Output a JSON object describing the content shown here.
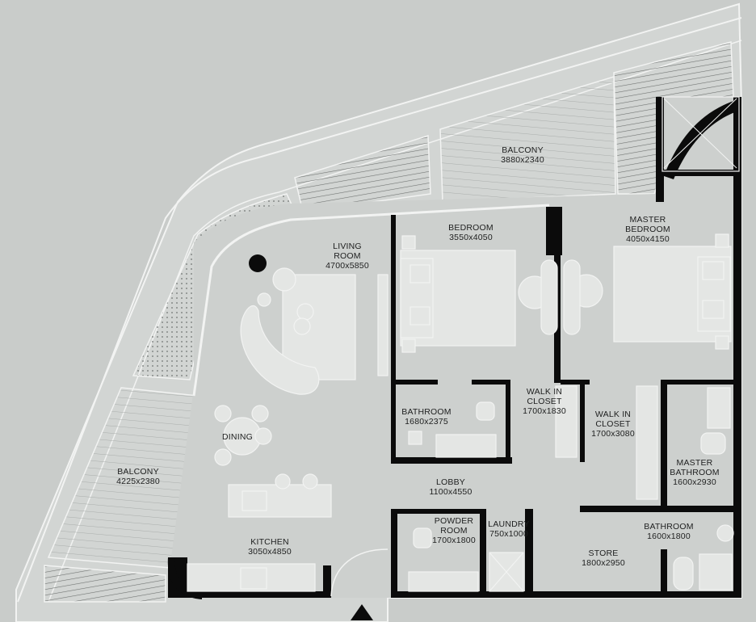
{
  "colors": {
    "background": "#c9ccca",
    "slab": "#d2d5d3",
    "floor": "#cdd0ce",
    "wall": "#0b0b0b",
    "furniture": "#e4e6e4",
    "hatch": "#8c908e",
    "linework": "#f2f3f2"
  },
  "icons": {
    "entrance": "entrance-arrow-icon"
  },
  "rooms": {
    "balcony_top": {
      "name": "BALCONY",
      "size": "3880x2340"
    },
    "living_room": {
      "name_line1": "LIVING",
      "name_line2": "ROOM",
      "size": "4700x5850"
    },
    "bedroom": {
      "name": "BEDROOM",
      "size": "3550x4050"
    },
    "master_bedroom": {
      "name_line1": "MASTER",
      "name_line2": "BEDROOM",
      "size": "4050x4150"
    },
    "bathroom_1": {
      "name": "BATHROOM",
      "size": "1680x2375"
    },
    "walk_in_closet_1": {
      "name_line1": "WALK IN",
      "name_line2": "CLOSET",
      "size": "1700x1830"
    },
    "walk_in_closet_2": {
      "name_line1": "WALK IN",
      "name_line2": "CLOSET",
      "size": "1700x3080"
    },
    "dining": {
      "name": "DINING"
    },
    "balcony_left": {
      "name": "BALCONY",
      "size": "4225x2380"
    },
    "lobby": {
      "name": "LOBBY",
      "size": "1100x4550"
    },
    "master_bathroom": {
      "name_line1": "MASTER",
      "name_line2": "BATHROOM",
      "size": "1600x2930"
    },
    "powder_room": {
      "name_line1": "POWDER",
      "name_line2": "ROOM",
      "size": "1700x1800"
    },
    "laundry": {
      "name": "LAUNDRY",
      "size": "750x1000"
    },
    "bathroom_2": {
      "name": "BATHROOM",
      "size": "1600x1800"
    },
    "kitchen": {
      "name": "KITCHEN",
      "size": "3050x4850"
    },
    "store": {
      "name": "STORE",
      "size": "1800x2950"
    }
  }
}
